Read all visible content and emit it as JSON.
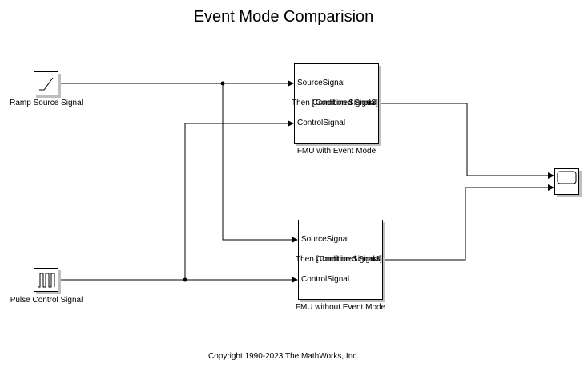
{
  "title": "Event Mode Comparision",
  "copyright": "Copyright 1990-2023 The MathWorks, Inc.",
  "blocks": {
    "ramp": {
      "label": "Ramp Source Signal",
      "icon": "ramp-icon"
    },
    "pulse": {
      "label": "Pulse Control Signal",
      "icon": "pulse-icon"
    },
    "fmu_event": {
      "label": "FMU with Event Mode",
      "inputs": [
        "SourceSignal",
        "ControlSignal"
      ],
      "output_overlap_a": "Then [",
      "output_overlap_b": "Condition Signal",
      "output_overlap_c": "Combined Signal",
      "output_overlap_d": "u3]"
    },
    "fmu_no_event": {
      "label": "FMU without Event Mode",
      "inputs": [
        "SourceSignal",
        "ControlSignal"
      ],
      "output_overlap_a": "Then [",
      "output_overlap_b": "Condition Signal",
      "output_overlap_c": "Combined Signal",
      "output_overlap_d": "u3]"
    },
    "scope": {
      "icon": "scope-icon"
    }
  }
}
